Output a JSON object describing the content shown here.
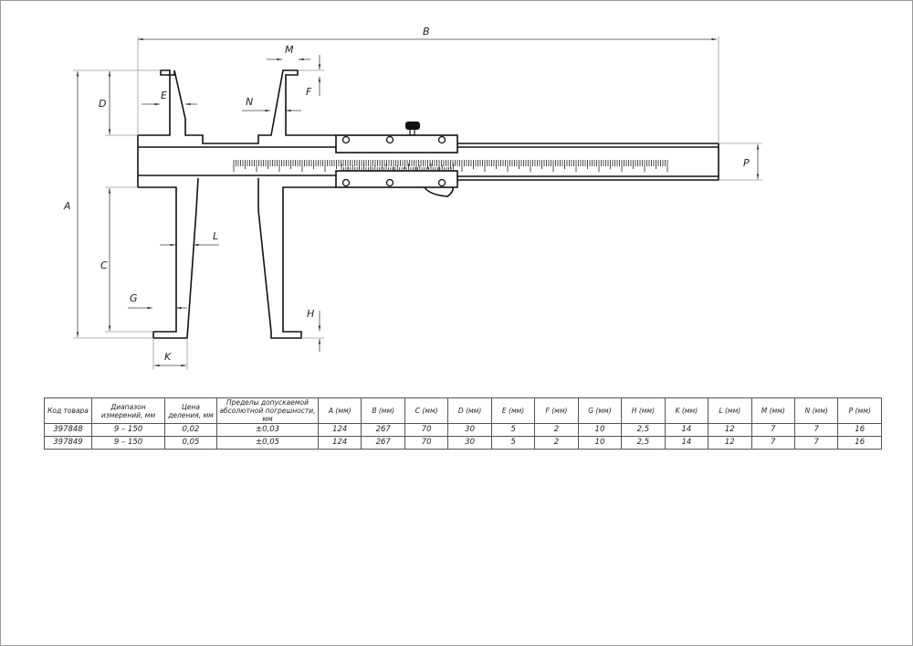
{
  "dimension_labels": {
    "A": "A",
    "B": "B",
    "C": "C",
    "D": "D",
    "E": "E",
    "F": "F",
    "G": "G",
    "H": "H",
    "K": "K",
    "L": "L",
    "M": "M",
    "N": "N",
    "P": "P"
  },
  "table": {
    "headers": [
      "Код товара",
      "Диапазон измерений, мм",
      "Цена деления, мм",
      "Пределы допускаемой абсолютной погрешности, мм",
      "A (мм)",
      "B (мм)",
      "C (мм)",
      "D (мм)",
      "E (мм)",
      "F (мм)",
      "G (мм)",
      "H (мм)",
      "K (мм)",
      "L (мм)",
      "M (мм)",
      "N (мм)",
      "P (мм)"
    ],
    "rows": [
      [
        "397848",
        "9 – 150",
        "0,02",
        "±0,03",
        "124",
        "267",
        "70",
        "30",
        "5",
        "2",
        "10",
        "2,5",
        "14",
        "12",
        "7",
        "7",
        "16"
      ],
      [
        "397849",
        "9 – 150",
        "0,05",
        "±0,05",
        "124",
        "267",
        "70",
        "30",
        "5",
        "2",
        "10",
        "2,5",
        "14",
        "12",
        "7",
        "7",
        "16"
      ]
    ]
  }
}
